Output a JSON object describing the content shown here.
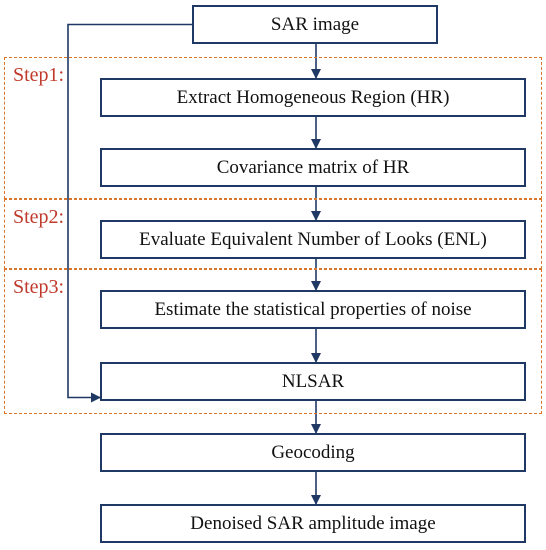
{
  "colors": {
    "box_border": "#1f3864",
    "arrow": "#1f3864",
    "step_border": "#d9762b",
    "step_label": "#c0392b"
  },
  "steps": [
    {
      "id": "step1",
      "label": "Step1:"
    },
    {
      "id": "step2",
      "label": "Step2:"
    },
    {
      "id": "step3",
      "label": "Step3:"
    }
  ],
  "nodes": [
    {
      "id": "sar",
      "label": "SAR image"
    },
    {
      "id": "extract",
      "label": "Extract Homogeneous Region (HR)"
    },
    {
      "id": "cov",
      "label": "Covariance matrix of HR"
    },
    {
      "id": "enl",
      "label": "Evaluate Equivalent Number of Looks (ENL)"
    },
    {
      "id": "noise",
      "label": "Estimate the statistical properties of noise"
    },
    {
      "id": "nlsar",
      "label": "NLSAR"
    },
    {
      "id": "geo",
      "label": "Geocoding"
    },
    {
      "id": "out",
      "label": "Denoised SAR amplitude image"
    }
  ],
  "edges": [
    {
      "from": "sar",
      "to": "extract"
    },
    {
      "from": "extract",
      "to": "cov"
    },
    {
      "from": "cov",
      "to": "enl"
    },
    {
      "from": "enl",
      "to": "noise"
    },
    {
      "from": "noise",
      "to": "nlsar"
    },
    {
      "from": "nlsar",
      "to": "geo"
    },
    {
      "from": "geo",
      "to": "out"
    },
    {
      "from": "sar",
      "to": "nlsar",
      "route": "left-bypass"
    }
  ]
}
